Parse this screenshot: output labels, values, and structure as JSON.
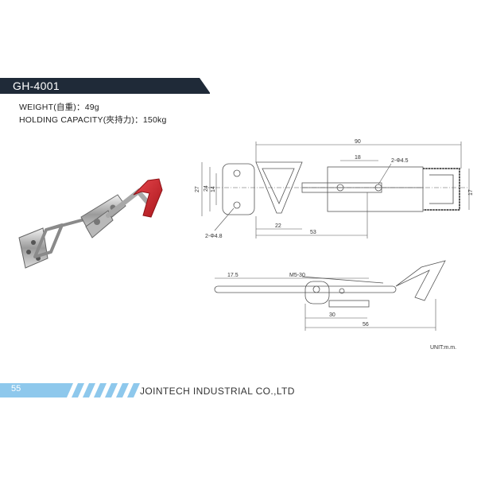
{
  "header": {
    "model": "GH-4001"
  },
  "specs": {
    "weight": "WEIGHT(自重)：49g",
    "capacity": "HOLDING CAPACITY(夾持力)：150kg"
  },
  "dimensions": {
    "top_view": {
      "d90": "90",
      "d18": "18",
      "hole_big": "2-Φ4.5",
      "d27": "27",
      "d24": "24",
      "d14": "14",
      "d17": "17",
      "d22": "22",
      "d53": "53",
      "hole_small": "2-Φ4.8"
    },
    "side_view": {
      "d17_5": "17.5",
      "thread": "M5-30",
      "d30": "30",
      "d56": "56"
    }
  },
  "unit": "UNIT:m.m.",
  "footer": {
    "page": "55",
    "company": "JOINTECH INDUSTRIAL CO.,LTD"
  },
  "colors": {
    "bar": "#1f2a38",
    "footer_accent": "#8ec8ec",
    "handle_red": "#d6262e"
  }
}
